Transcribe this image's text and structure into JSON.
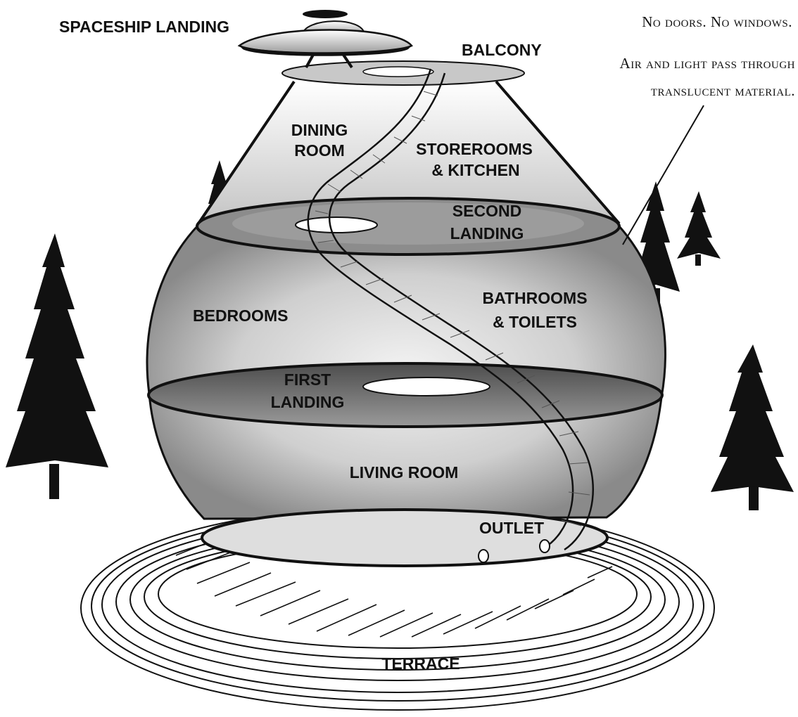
{
  "labels": {
    "spaceship_landing": "SPACESHIP LANDING",
    "balcony": "BALCONY",
    "dining_room_1": "DINING",
    "dining_room_2": "ROOM",
    "storerooms_1": "STOREROOMS",
    "storerooms_2": "& KITCHEN",
    "second_landing_1": "SECOND",
    "second_landing_2": "LANDING",
    "bedrooms": "BEDROOMS",
    "bathrooms_1": "BATHROOMS",
    "bathrooms_2": "& TOILETS",
    "first_landing_1": "FIRST",
    "first_landing_2": "LANDING",
    "living_room": "LIVING ROOM",
    "outlet": "OUTLET",
    "terrace": "TERRACE"
  },
  "note": {
    "line1": "No doors.  No windows.",
    "line2": "Air and light pass through",
    "line3": "translucent material."
  },
  "colors": {
    "ink": "#111111",
    "shade": "#bdbdbd",
    "dark_disc": "#6e6e6e",
    "paper": "#ffffff"
  }
}
